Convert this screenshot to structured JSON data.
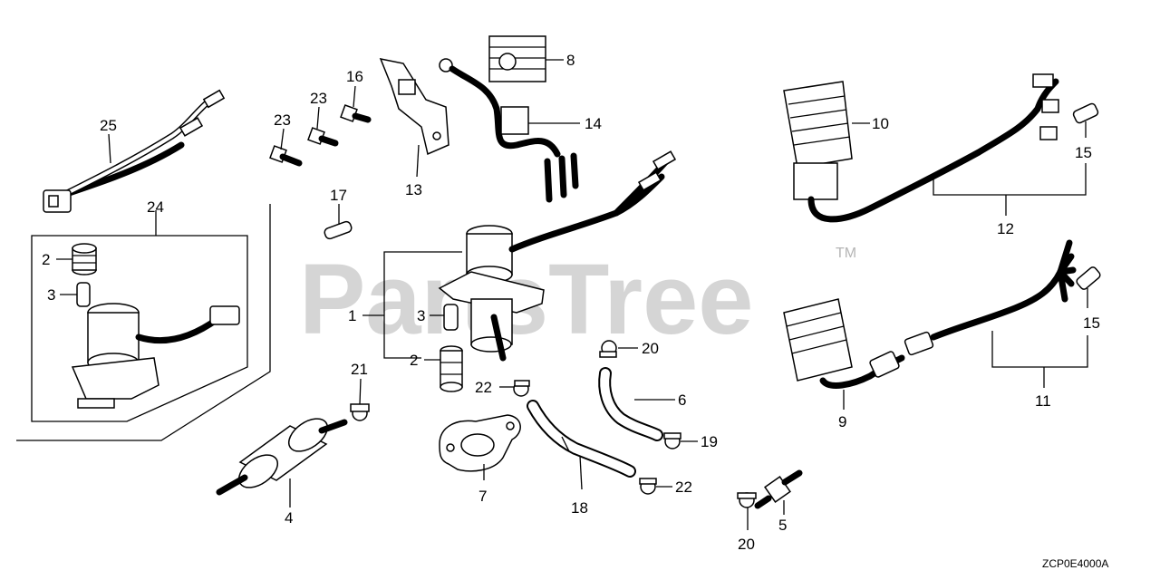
{
  "watermark": {
    "text": "PartsTree",
    "trademark": "TM"
  },
  "diagram_code": "ZCP0E4000A",
  "callouts": {
    "c25": "25",
    "c24": "24",
    "c23a": "23",
    "c23b": "23",
    "c16": "16",
    "c13": "13",
    "c8": "8",
    "c14": "14",
    "c17": "17",
    "c10": "10",
    "c15a": "15",
    "c12": "12",
    "c2a": "2",
    "c3a": "3",
    "c1": "1",
    "c3b": "3",
    "c2b": "2",
    "c20a": "20",
    "c21": "21",
    "c22a": "22",
    "c6": "6",
    "c19": "19",
    "c4": "4",
    "c7": "7",
    "c18": "18",
    "c22b": "22",
    "c20b": "20",
    "c5": "5",
    "c9": "9",
    "c11": "11",
    "c15b": "15"
  }
}
